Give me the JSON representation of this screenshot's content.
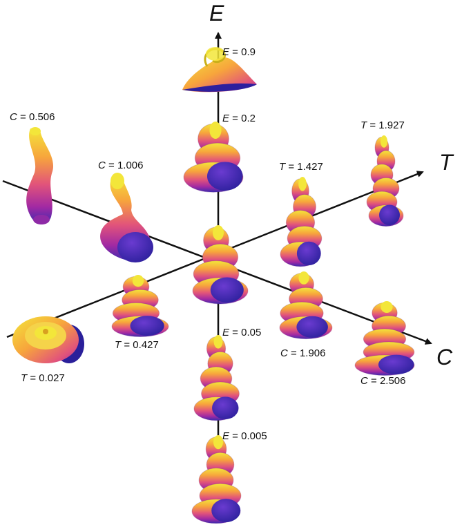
{
  "axes": {
    "E": {
      "title": "E"
    },
    "T": {
      "title": "T"
    },
    "C": {
      "title": "C"
    }
  },
  "labels": {
    "e_09": {
      "var": "E",
      "value": "0.9"
    },
    "e_02": {
      "var": "E",
      "value": "0.2"
    },
    "e_005": {
      "var": "E",
      "value": "0.05"
    },
    "e_0005": {
      "var": "E",
      "value": "0.005"
    },
    "t_0027": {
      "var": "T",
      "value": "0.027"
    },
    "t_0427": {
      "var": "T",
      "value": "0.427"
    },
    "t_1427": {
      "var": "T",
      "value": "1.427"
    },
    "t_1927": {
      "var": "T",
      "value": "1.927"
    },
    "c_0506": {
      "var": "C",
      "value": "0.506"
    },
    "c_1006": {
      "var": "C",
      "value": "1.006"
    },
    "c_1906": {
      "var": "C",
      "value": "1.906"
    },
    "c_2506": {
      "var": "C",
      "value": "2.506"
    }
  },
  "eq": " = ",
  "palette": {
    "top": "#f3e63a",
    "upper": "#f7a53c",
    "mid": "#e2547a",
    "lower": "#a129a3",
    "base": "#3a2ab0",
    "axis": "#111111"
  }
}
